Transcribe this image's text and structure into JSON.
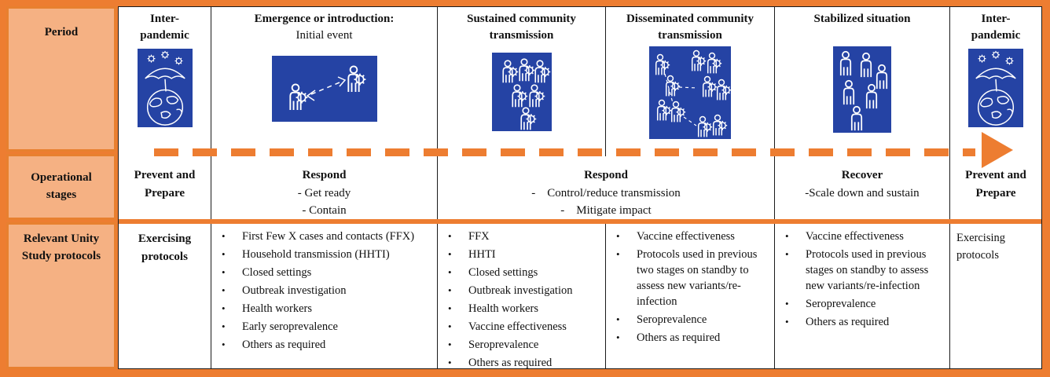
{
  "colors": {
    "accent_orange": "#ED7D31",
    "light_orange_fill": "#F5B183",
    "icon_blue": "#2543A4",
    "text_black": "#111111"
  },
  "left_column": {
    "period_label": "Period",
    "operational_label": "Operational stages",
    "protocols_label": "Relevant Unity Study protocols"
  },
  "periods": [
    {
      "header1": "Inter-",
      "header2": "pandemic",
      "icon": "umbrella-globe"
    },
    {
      "header1": "Emergence or introduction:",
      "header2": "Initial event",
      "icon": "person-to-person-transmission"
    },
    {
      "header1": "Sustained community",
      "header2": "transmission",
      "icon": "community-cluster"
    },
    {
      "header1": "Disseminated community",
      "header2": "transmission",
      "icon": "transmission-network"
    },
    {
      "header1": "Stabilized situation",
      "header2": "",
      "icon": "population"
    },
    {
      "header1": "Inter-",
      "header2": "pandemic",
      "icon": "umbrella-globe"
    }
  ],
  "stages": [
    {
      "title": "Prevent and Prepare",
      "lines": []
    },
    {
      "title": "Respond",
      "lines": [
        "- Get ready",
        "- Contain"
      ]
    },
    {
      "title": "Respond",
      "lines": [
        "- Control/reduce transmission",
        "- Mitigate impact"
      ]
    },
    {
      "title": "Recover",
      "lines": [
        "-Scale down and sustain"
      ]
    },
    {
      "title": "Prevent and Prepare",
      "lines": []
    }
  ],
  "protocols": [
    {
      "title": "Exercising protocols",
      "bullets": []
    },
    {
      "title": "",
      "bullets": [
        "First Few X cases and contacts (FFX)",
        "Household transmission (HHTI)",
        "Closed settings",
        "Outbreak investigation",
        "Health workers",
        "Early seroprevalence",
        "Others as required"
      ]
    },
    {
      "title": "",
      "bullets": [
        "FFX",
        "HHTI",
        "Closed settings",
        "Outbreak investigation",
        "Health workers",
        "Vaccine effectiveness",
        "Seroprevalence",
        "Others as required"
      ]
    },
    {
      "title": "",
      "bullets": [
        "Vaccine effectiveness",
        "Protocols used in previous two stages on standby to assess new variants/re-infection",
        "Seroprevalence",
        "Others as required"
      ]
    },
    {
      "title": "",
      "bullets": [
        "Vaccine effectiveness",
        "Protocols used in previous stages on standby to assess new variants/re-infection",
        "Seroprevalence",
        "Others as required"
      ]
    },
    {
      "title": "Exercising protocols",
      "bullets": []
    }
  ]
}
